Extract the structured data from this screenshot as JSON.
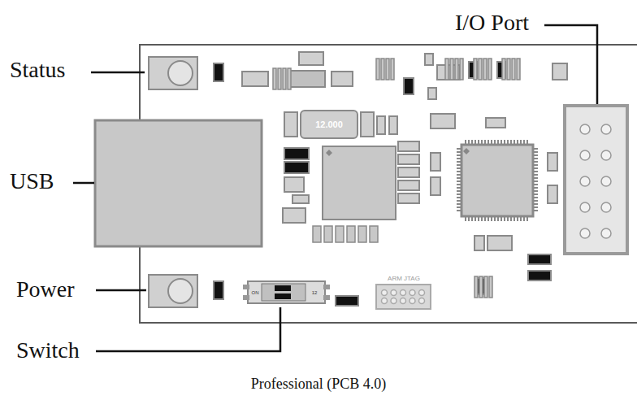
{
  "diagram": {
    "caption": "Professional (PCB 4.0)",
    "labels": [
      "Status",
      "USB",
      "Power",
      "Switch",
      "I/O Port",
      "12.000",
      "ARM JTAG",
      "ON",
      "12"
    ]
  }
}
